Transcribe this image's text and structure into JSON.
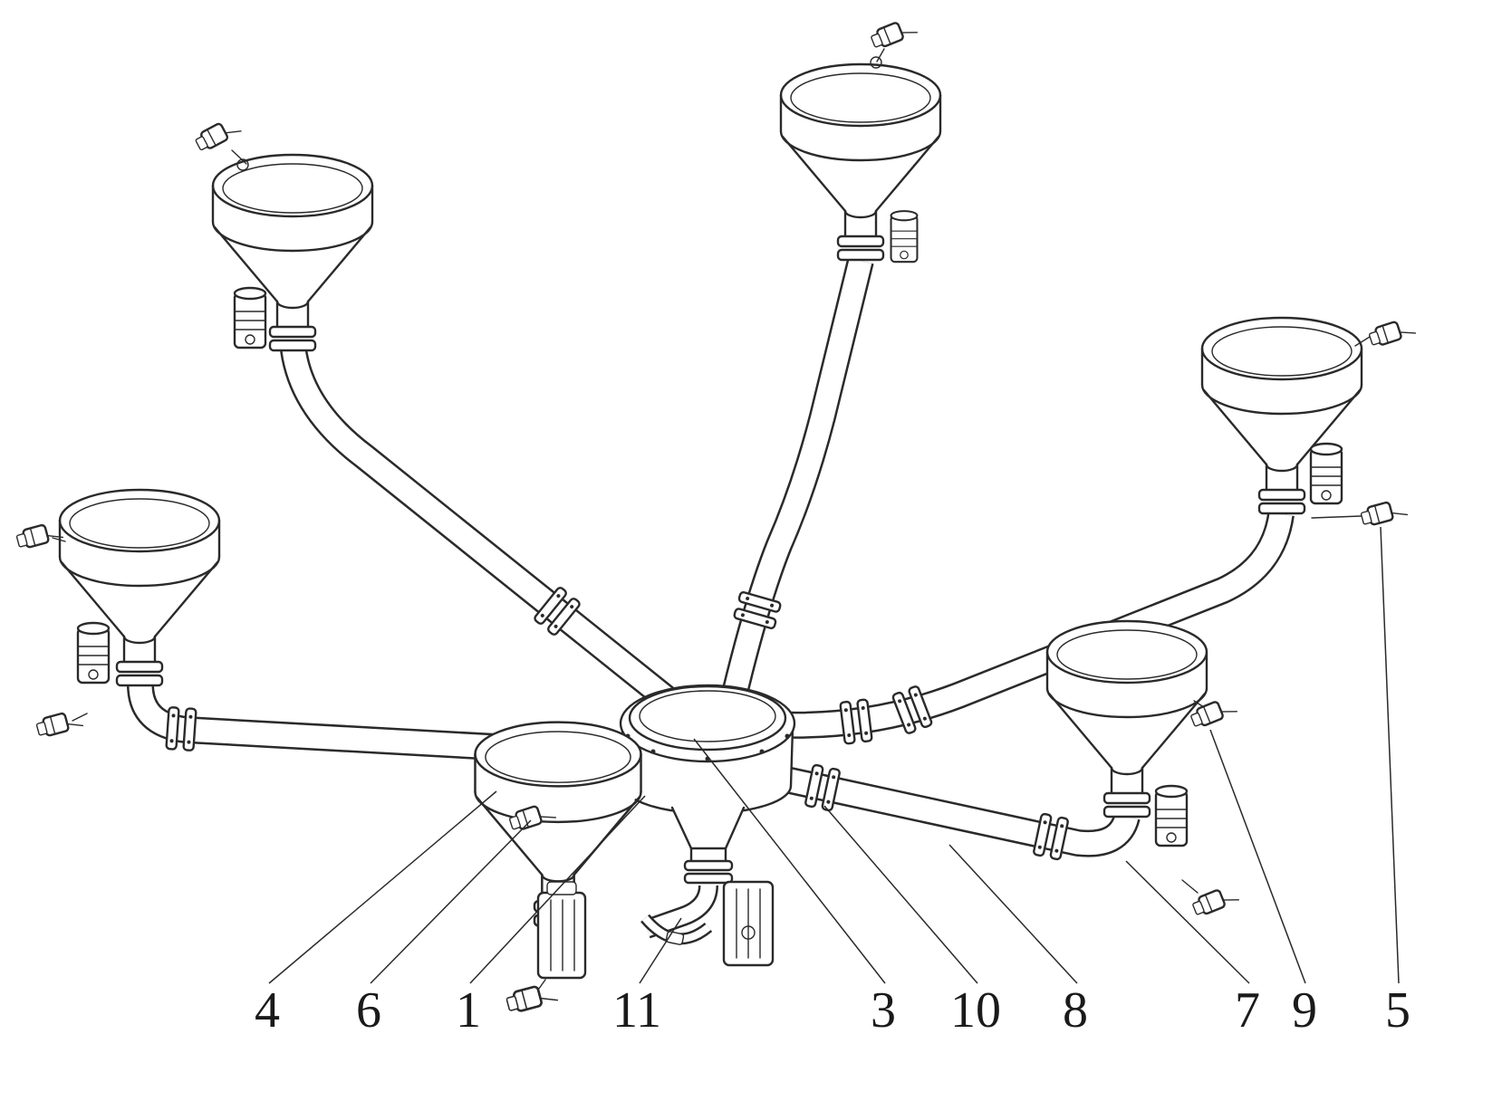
{
  "figure": {
    "background_color": "#ffffff",
    "line_color": "#2a2a2a",
    "label_color": "#1a1a1a"
  },
  "labels": [
    {
      "text": "4"
    },
    {
      "text": "6"
    },
    {
      "text": "1"
    },
    {
      "text": "11"
    },
    {
      "text": "3"
    },
    {
      "text": "10"
    },
    {
      "text": "8"
    },
    {
      "text": "7"
    },
    {
      "text": "9"
    },
    {
      "text": "5"
    }
  ]
}
